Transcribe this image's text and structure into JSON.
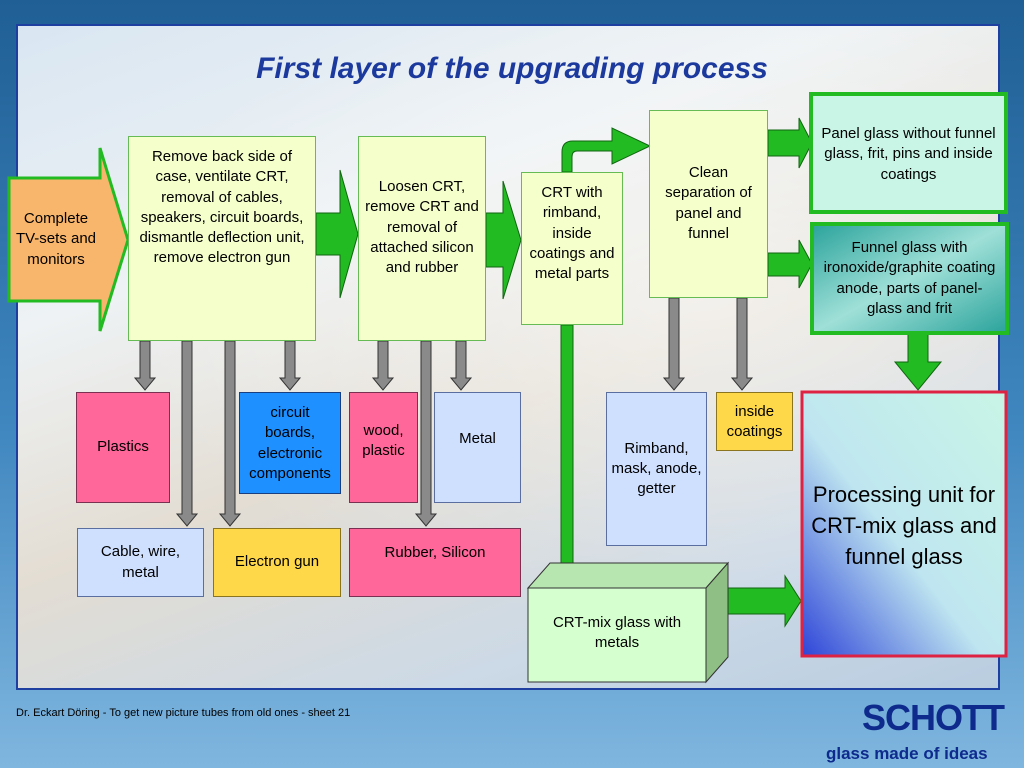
{
  "title": "First layer of the upgrading process",
  "footer": "Dr. Eckart Döring  -  To get new picture tubes from old ones  -  sheet  21",
  "brand": {
    "name": "SCHOTT",
    "tagline": "glass made of ideas"
  },
  "nodes": {
    "input": "Complete TV-sets and monitors",
    "step1": "Remove back side of case, ventilate CRT, removal of cables, speakers, circuit boards, dismantle deflection unit, remove electron gun",
    "step2": "Loosen CRT, remove CRT and removal of attached silicon and rubber",
    "crt": "CRT with rimband, inside coatings and metal parts",
    "clean": "Clean separation of panel and funnel",
    "panel": "Panel glass without funnel glass, frit, pins and inside coatings",
    "funnel": "Funnel glass with ironoxide/graphite coating anode, parts of panel-glass and frit",
    "plastics": "Plastics",
    "circuit": "circuit boards, electronic components",
    "wood": "wood, plastic",
    "metal": "Metal",
    "cable": "Cable, wire, metal",
    "gun": "Electron gun",
    "rubber": "Rubber, Silicon",
    "rimband": "Rimband, mask, anode, getter",
    "coatings": "inside coatings",
    "crtmix": "CRT-mix glass with metals",
    "processing": "Processing unit for CRT-mix glass and funnel glass"
  },
  "colors": {
    "arrow_green": "#22bb22",
    "arrow_grey": "#8a8a8a",
    "title": "#1c3a9e",
    "brand": "#0d2a8c"
  }
}
